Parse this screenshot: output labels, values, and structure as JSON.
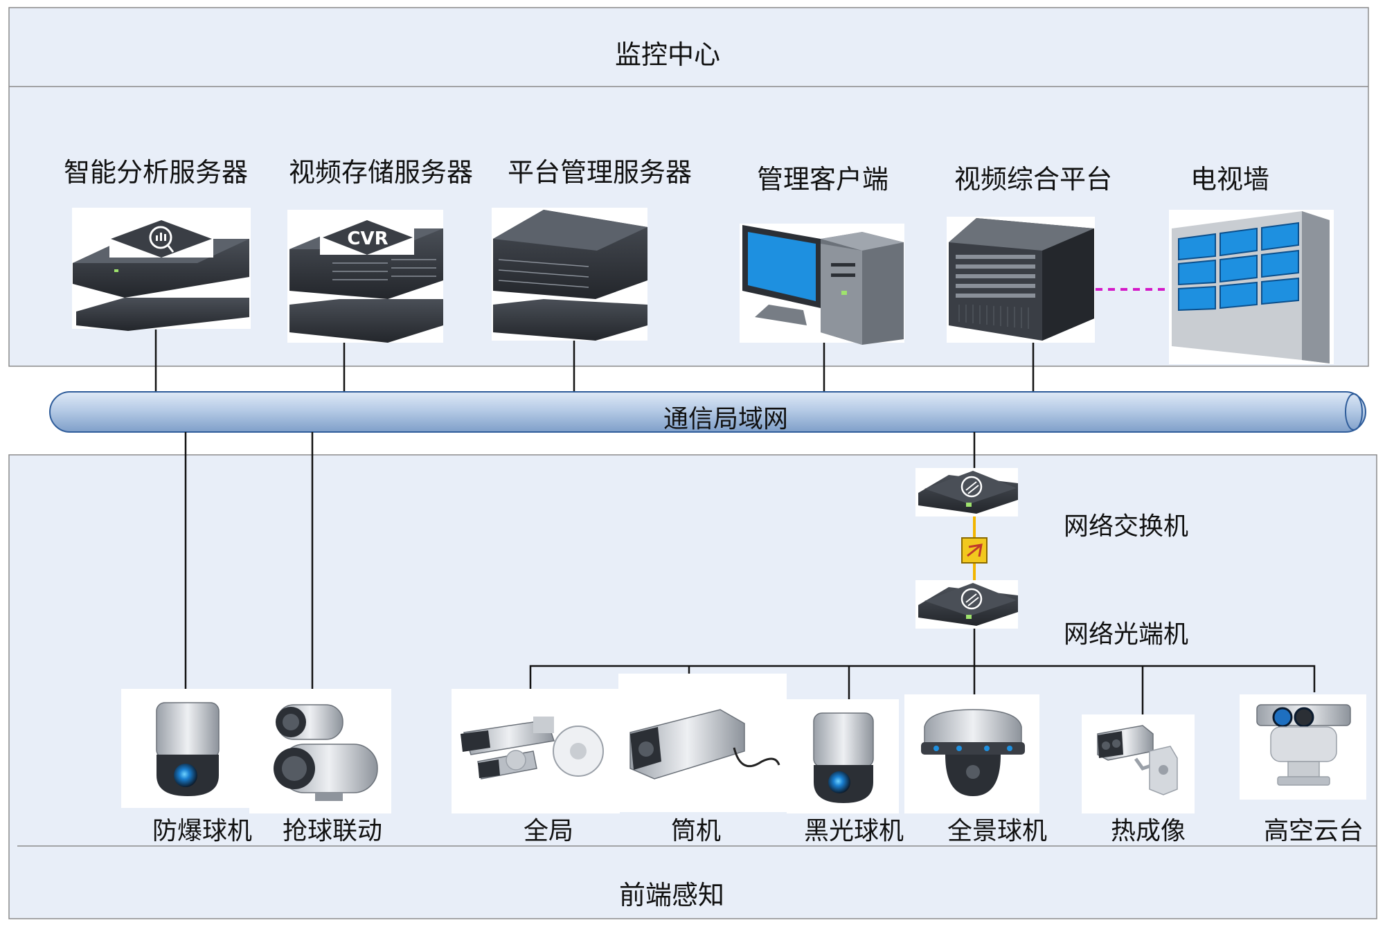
{
  "monitoring_center": {
    "title": "监控中心",
    "devices": [
      {
        "label": "智能分析服务器",
        "icon": "analysis-server-icon"
      },
      {
        "label": "视频存储服务器",
        "icon": "cvr-storage-server-icon",
        "badge": "CVR"
      },
      {
        "label": "平台管理服务器",
        "icon": "platform-server-icon"
      },
      {
        "label": "管理客户端",
        "icon": "client-pc-icon"
      },
      {
        "label": "视频综合平台",
        "icon": "video-platform-icon"
      },
      {
        "label": "电视墙",
        "icon": "video-wall-icon"
      }
    ]
  },
  "network": {
    "label": "通信局域网"
  },
  "transmission": {
    "switch": {
      "label": "网络交换机",
      "icon": "network-switch-icon"
    },
    "optical": {
      "label": "网络光端机",
      "icon": "optical-transceiver-icon"
    }
  },
  "front_end": {
    "title": "前端感知",
    "devices": [
      {
        "label": "防爆球机",
        "icon": "explosion-proof-dome-camera-icon"
      },
      {
        "label": "抢球联动",
        "icon": "gun-dome-linkage-camera-icon"
      },
      {
        "label": "全局",
        "icon": "panoramic-gun-camera-icon"
      },
      {
        "label": "筒机",
        "icon": "bullet-camera-icon"
      },
      {
        "label": "黑光球机",
        "icon": "blacklight-dome-camera-icon"
      },
      {
        "label": "全景球机",
        "icon": "panoramic-dome-camera-icon"
      },
      {
        "label": "热成像",
        "icon": "thermal-camera-icon"
      },
      {
        "label": "高空云台",
        "icon": "high-altitude-ptz-icon"
      }
    ]
  },
  "colors": {
    "panel_fill": "#e8eef8",
    "panel_border": "#8a8a8a",
    "bus_fill": "#a9c1e0",
    "bus_border": "#2e5c9a",
    "screen_blue": "#1e90e0",
    "dashed_link": "#d418c8",
    "fiber_link": "#f2b500"
  }
}
